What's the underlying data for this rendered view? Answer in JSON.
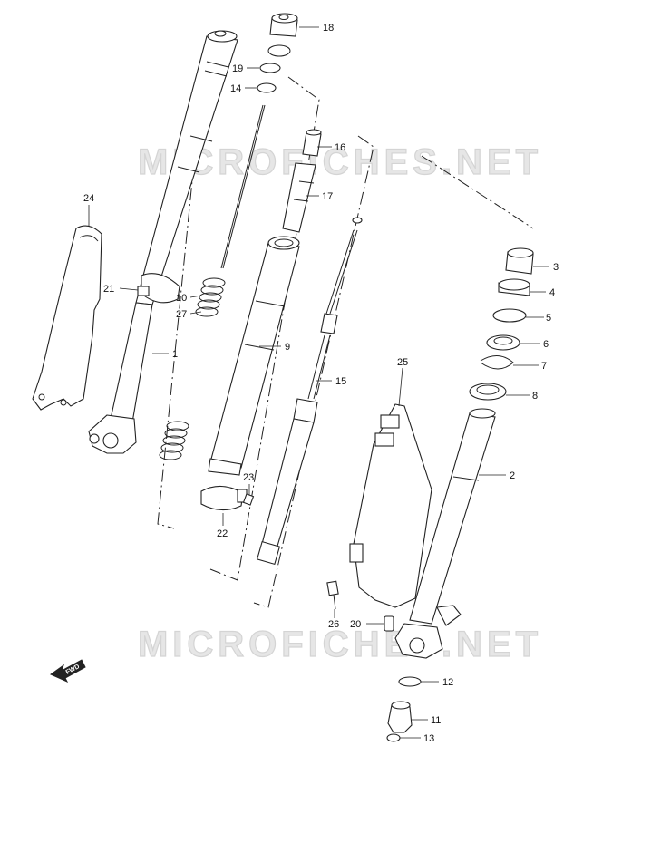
{
  "watermark": "MICROFICHES.NET",
  "fwd_label": "FWD",
  "callouts": [
    "18",
    "19",
    "14",
    "16",
    "17",
    "24",
    "21",
    "10",
    "27",
    "1",
    "9",
    "15",
    "3",
    "4",
    "5",
    "6",
    "7",
    "8",
    "25",
    "2",
    "23",
    "22",
    "26",
    "20",
    "12",
    "11",
    "13"
  ]
}
